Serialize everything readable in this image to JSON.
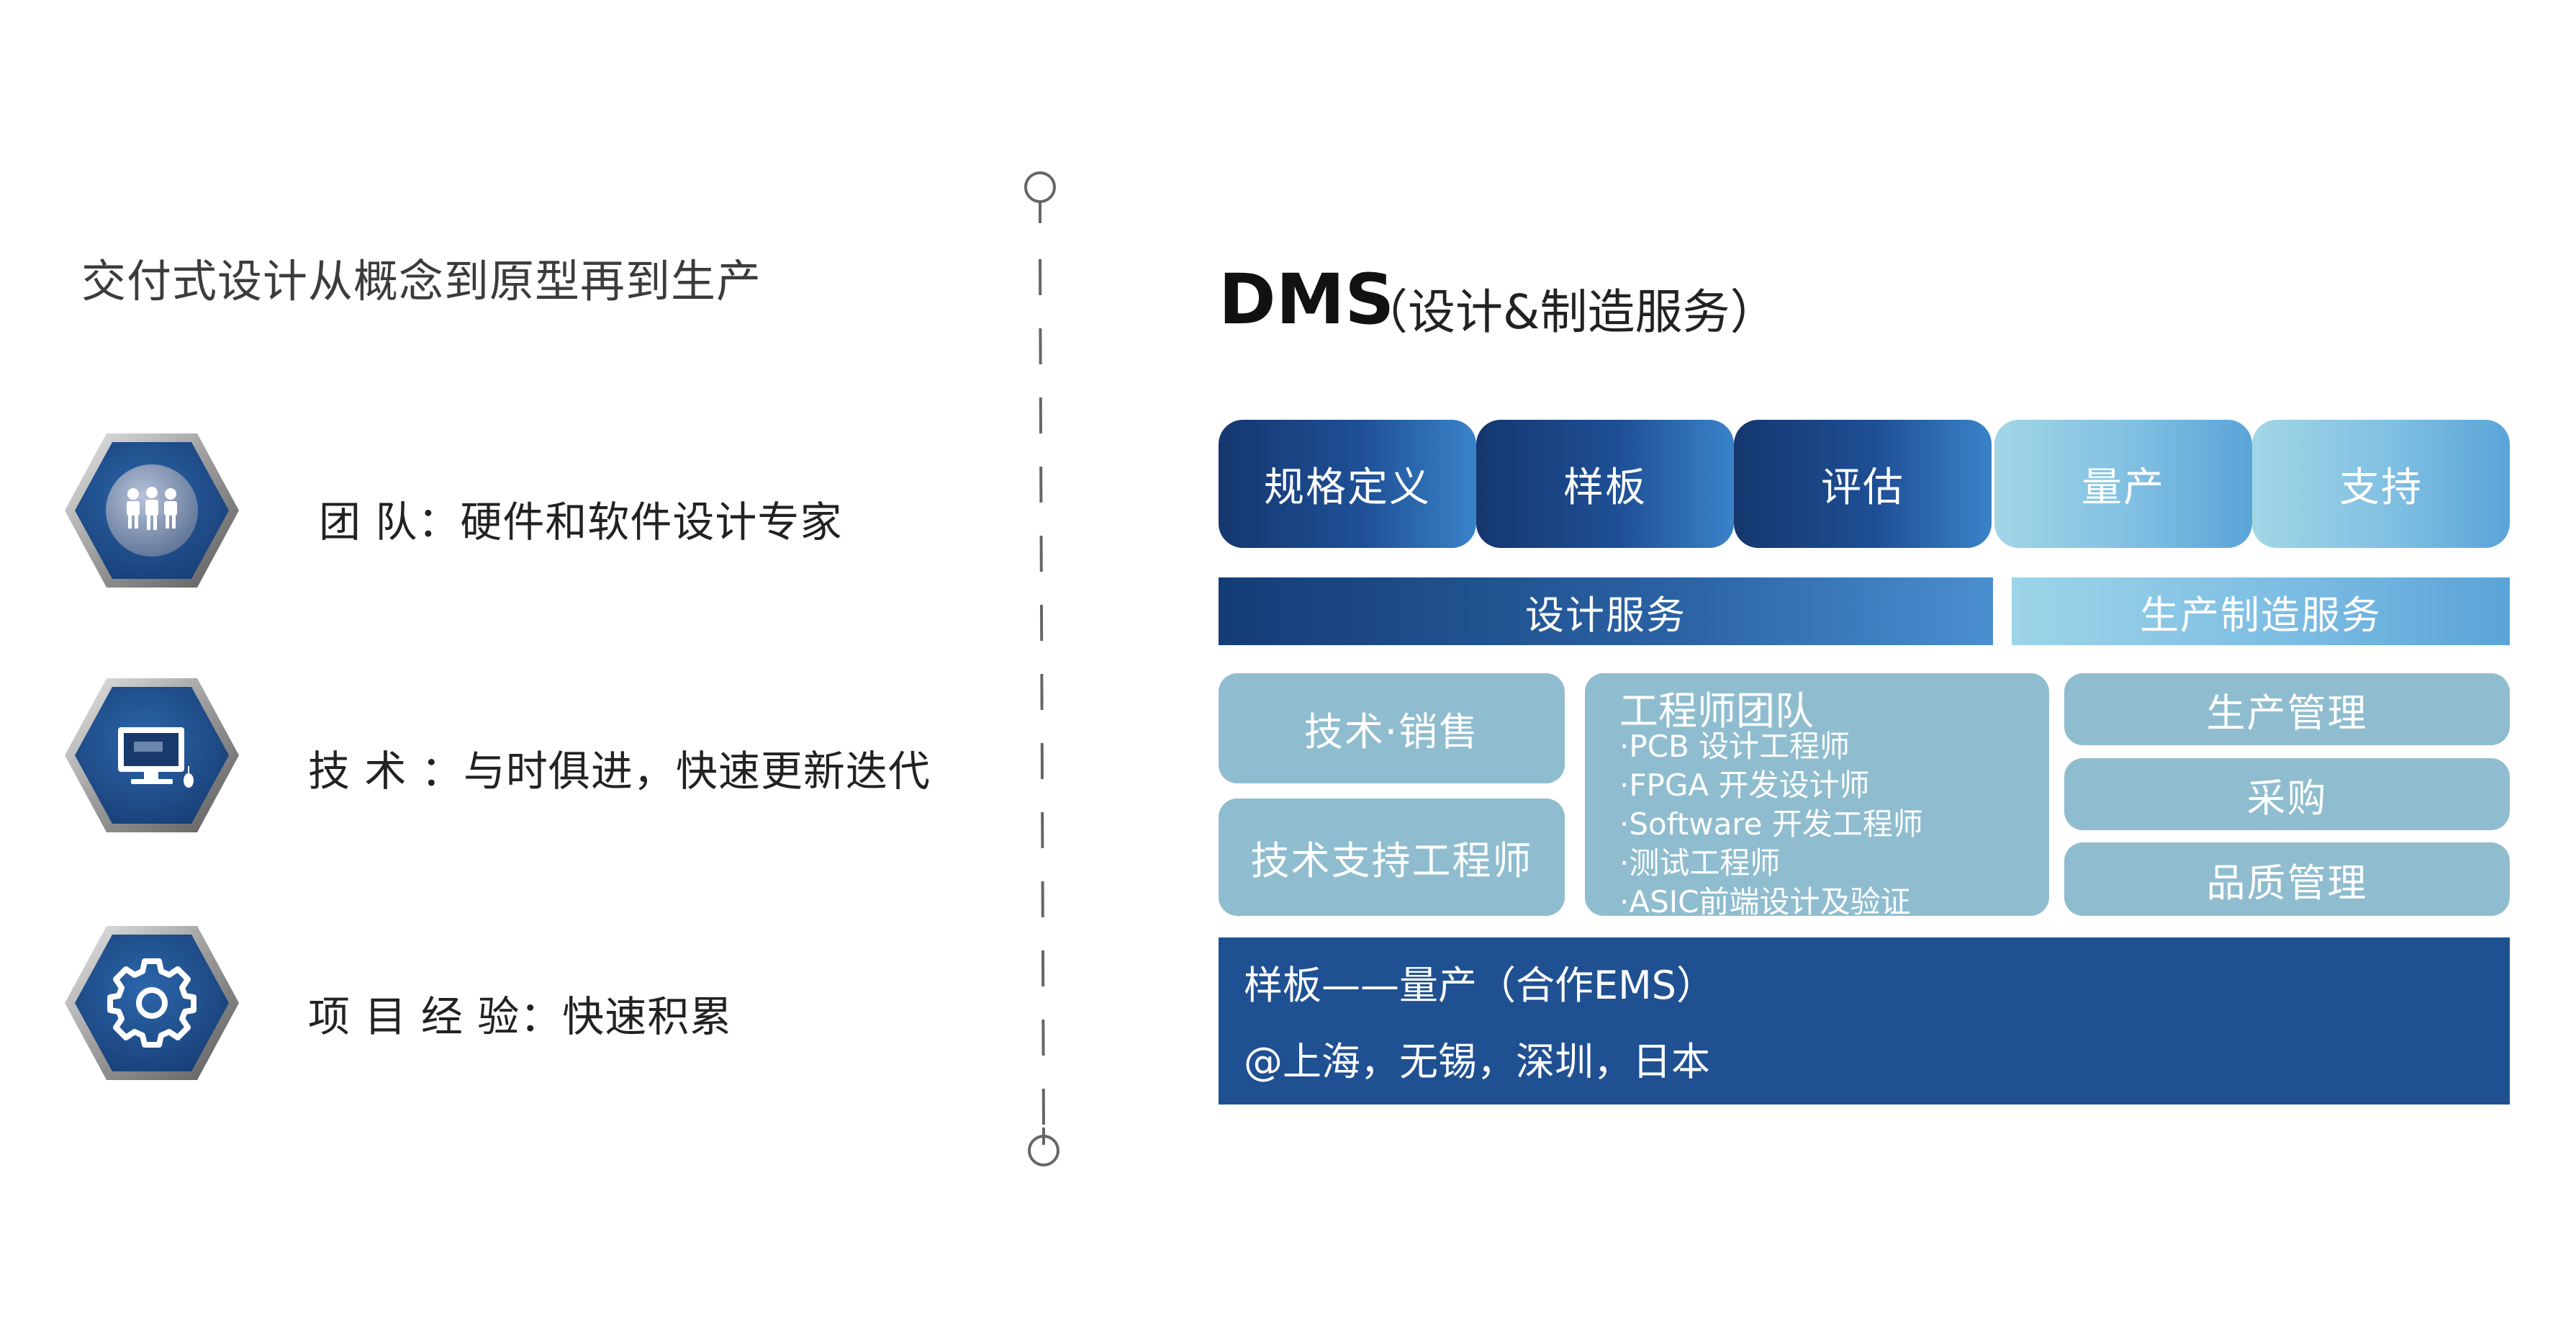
{
  "intro": "交付式设计从概念到原型再到生产",
  "features": [
    {
      "icon": "team-icon",
      "text": "团        队：硬件和软件设计专家"
    },
    {
      "icon": "computer-icon",
      "text": "技        术 ：与时俱进，快速更新迭代"
    },
    {
      "icon": "gear-icon",
      "text": "项 目 经 验：快速积累"
    }
  ],
  "dms": {
    "title": "DMS",
    "subtitle": "（设计&制造服务）"
  },
  "tabs": [
    "规格定义",
    "样板",
    "评估",
    "量产",
    "支持"
  ],
  "bands": {
    "design": "设计服务",
    "production": "生产制造服务"
  },
  "boxes": {
    "tech_sales": "技术·销售",
    "tech_support": "技术支持工程师",
    "production_mgmt": "生产管理",
    "purchasing": "采购",
    "quality": "品质管理"
  },
  "engineer_team": {
    "title": "工程师团队",
    "items": [
      "·PCB 设计工程师",
      "·FPGA 开发设计师",
      "·Software 开发工程师",
      "·测试工程师",
      "·ASIC前端设计及验证"
    ]
  },
  "bottom": {
    "line1": "样板——量产（合作EMS）",
    "line2": "@上海，无锡，深圳，日本"
  },
  "colors": {
    "dark_blue": "#1f5092",
    "light_blue": "#8fbdcf",
    "hex_fill": "#1f4f8f"
  }
}
